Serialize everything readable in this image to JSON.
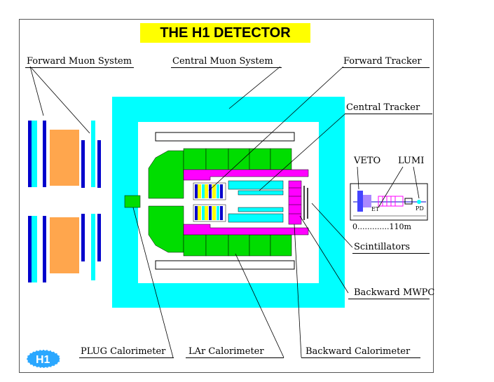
{
  "title": "THE  H1  DETECTOR",
  "labels": {
    "forward_muon": "Forward Muon System",
    "central_muon": "Central Muon System",
    "forward_tracker": "Forward Tracker",
    "central_tracker": "Central Tracker",
    "veto": "VETO",
    "lumi": "LUMI",
    "scale": "0.............110m",
    "scintillators": "Scintillators",
    "backward_mwpc": "Backward MWPC",
    "plug": "PLUG Calorimeter",
    "lar": "LAr Calorimeter",
    "backward_cal": "Backward Calorimeter",
    "et": "ET",
    "pd": "PD"
  },
  "colors": {
    "cyan": "#00ffff",
    "blue": "#0000cc",
    "orange": "#ffa64d",
    "green": "#00dd00",
    "magenta": "#ff00ff",
    "yellow": "#ffff00",
    "logo": "#2aa7ff"
  },
  "logo": {
    "icon": "h1-logo-icon"
  }
}
